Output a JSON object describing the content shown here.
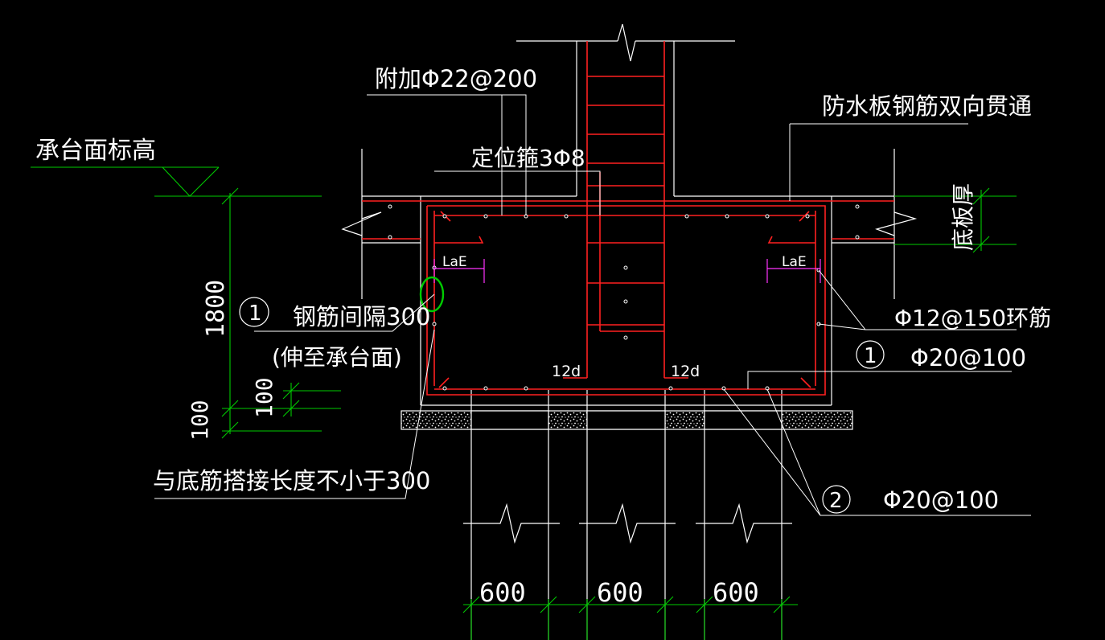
{
  "labels": {
    "cap_top_elevation": "承台面标高",
    "extra_rebar": "附加Φ22@200",
    "positioning_stirrup": "定位箍3Φ8",
    "waterproof_slab_rebar": "防水板钢筋双向贯通",
    "slab_thickness": "底板厚",
    "rebar_spacing": "钢筋间隔300",
    "extend_to_cap_top": "(伸至承台面)",
    "lap_length": "与底筋搭接长度不小于300",
    "ring_rebar": "Φ12@150环筋",
    "rebar_1_spec": "Φ20@100",
    "rebar_2_spec": "Φ20@100",
    "anchor_left": "LaE",
    "anchor_right": "LaE",
    "hook_left": "12d",
    "hook_right": "12d",
    "marker_1a": "1",
    "marker_1b": "1",
    "marker_2": "2"
  },
  "dimensions": {
    "total_height": "1800",
    "dim_100_a": "100",
    "dim_100_b": "100",
    "pile_1": "600",
    "pile_2": "600",
    "pile_3": "600"
  },
  "colors": {
    "background": "#000000",
    "outline": "#ffffff",
    "rebar": "#ff2020",
    "dimension": "#00cc00",
    "anchor_dim": "#ff33ff"
  }
}
